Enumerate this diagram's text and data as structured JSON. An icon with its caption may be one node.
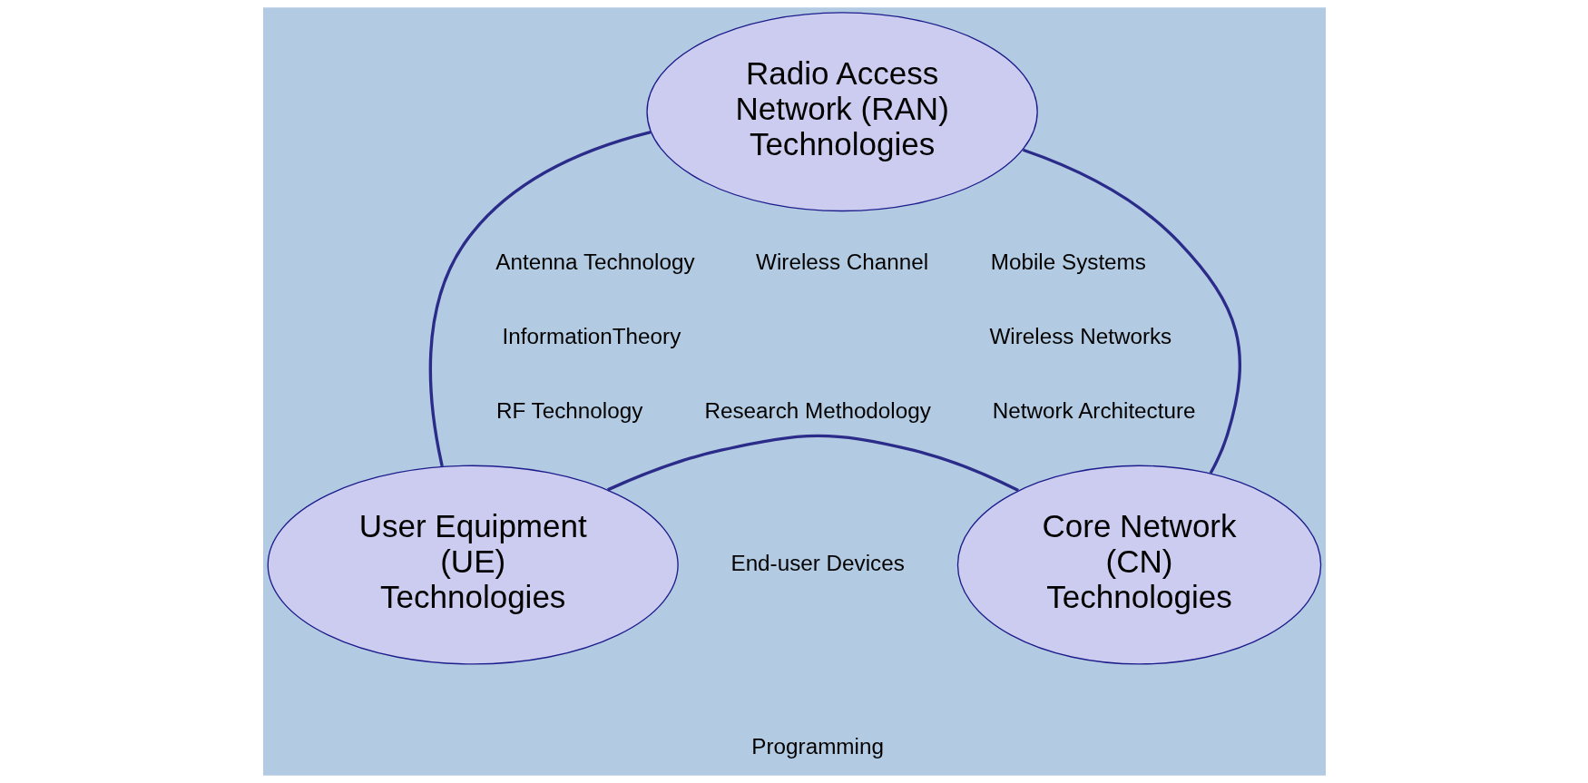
{
  "diagram": {
    "nodes": [
      {
        "text": [
          "Radio Access Network (RAN) Technologies"
        ]
      },
      {
        "text": [
          "User Equipment (UE) Technologies"
        ]
      },
      {
        "text": [
          "Core Network (CN) Technologies"
        ]
      }
    ],
    "edges": [
      {
        "from": 0,
        "to": 1,
        "arrow": "none"
      },
      {
        "from": 0,
        "to": 2,
        "arrow": "none"
      },
      {
        "from": 1,
        "to": 2,
        "arrow": "none"
      }
    ],
    "labels": [
      "Mobile Systems",
      "Antenna Technology",
      "InformationTheory",
      "Wireless Channel",
      "Wireless Networks",
      "RF Technology",
      "Network Architecture",
      "Research Methodology",
      "End-user Devices",
      "Programming"
    ]
  }
}
